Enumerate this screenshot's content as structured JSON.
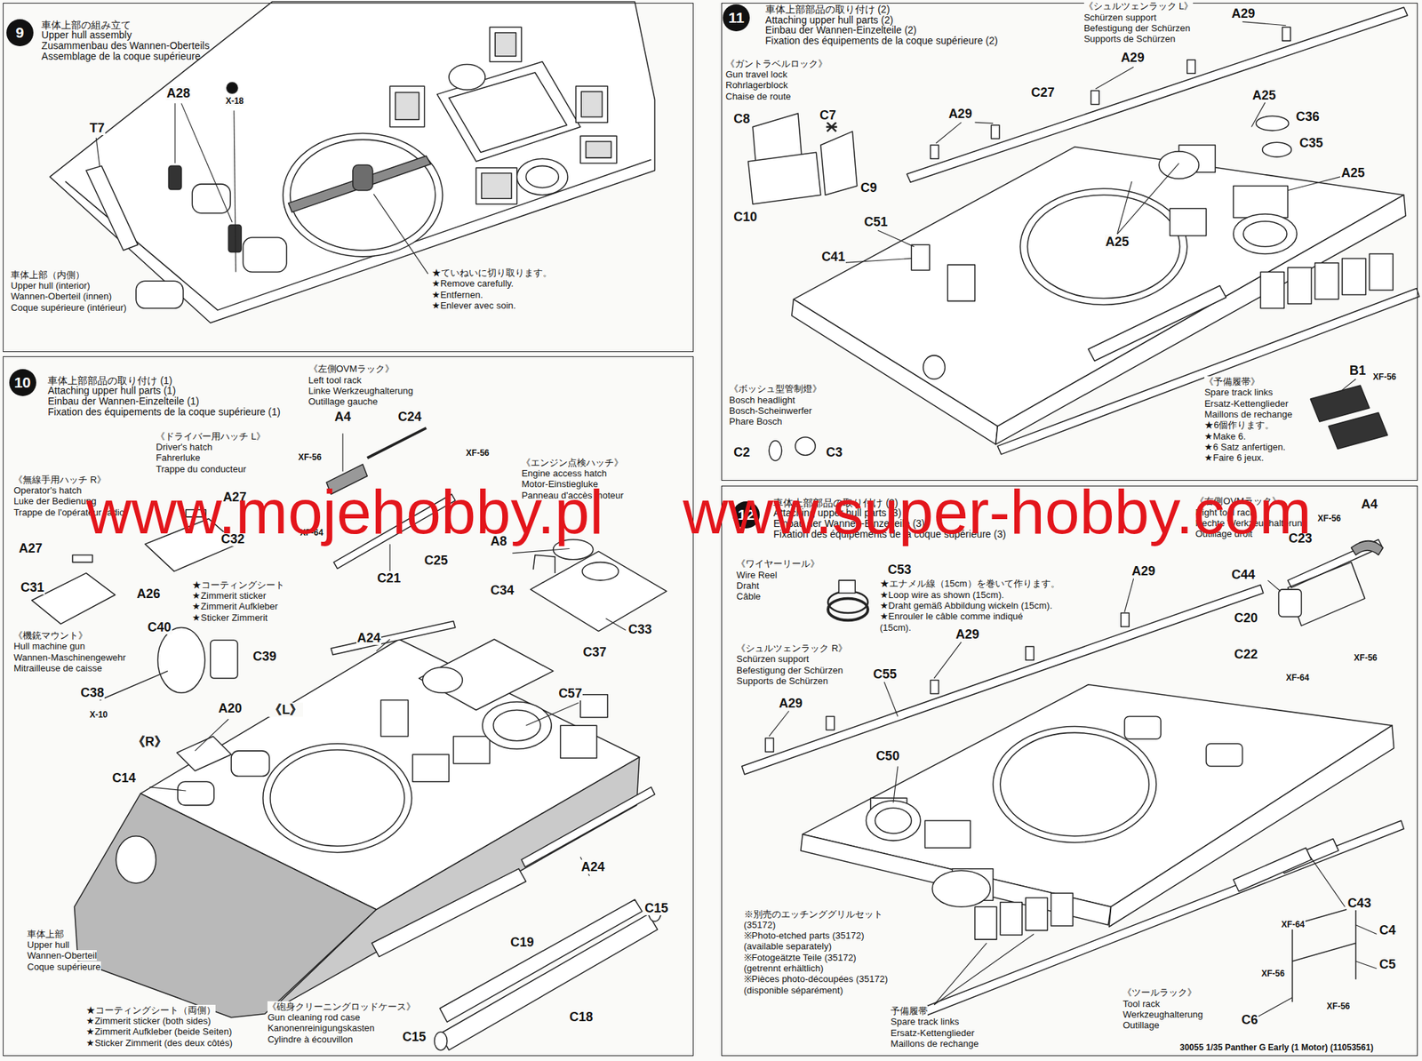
{
  "diagram": {
    "nodes": [
      {
        "text": [
          "車体上部の組み立て",
          "Upper hull assembly",
          "Zusammenbau des Wannen-Oberteils",
          "Assemblage de la coque supérieure"
        ]
      },
      {
        "text": [
          "9"
        ],
        "in": 0
      },
      {
        "text": [
          "車体上部部品の取り付け (1)",
          "Attaching upper hull parts (1)",
          "Einbau der Wannen-Einzelteile (1)",
          "Fixation des équipements de la coque supérieure (1)"
        ]
      },
      {
        "text": [
          "10"
        ],
        "in": 2
      },
      {
        "text": [
          "車体上部部品の取り付け (2)",
          "Attaching upper hull parts (2)",
          "Einbau der Wannen-Einzelteile (2)",
          "Fixation des équipements de la coque supérieure (2)"
        ]
      },
      {
        "text": [
          "11"
        ],
        "in": 4
      },
      {
        "text": [
          "車体上部部品の取り付け (3)",
          "Attaching upper hull parts (3)",
          "Einbau der Wannen-Einzelteile (3)",
          "Fixation des équipements de la coque supérieure (3)"
        ]
      },
      {
        "text": [
          "12"
        ],
        "in": 6
      }
    ],
    "labels": [
      "X-18",
      "A28",
      "T7",
      "車体上部（内側）",
      "Upper hull (interior)",
      "Wannen-Oberteil (innen)",
      "Coque supérieure (intérieur)",
      "★ていねいに切り取ります。",
      "★Remove carefully.",
      "★Entfernen.",
      "★Enlever avec soin.",
      "《左側OVMラック》",
      "Left tool rack",
      "Linke Werkzeughalterung",
      "Outillage gauche",
      "《ドライバー用ハッチ L》",
      "Driver's hatch",
      "Fahrerluke",
      "Trappe du conducteur",
      "《無線手用ハッチ R》",
      "Operator's hatch",
      "Luke der Bedienung",
      "Trappe de l'opérateur radio",
      "《エンジン点検ハッチ》",
      "Engine access hatch",
      "Motor-Einstiegluke",
      "Panneau d'accès moteur",
      "A4",
      "C24",
      "XF-56",
      "XF-56",
      "XF-64",
      "A27",
      "A27",
      "C32",
      "C31",
      "A26",
      "C21",
      "C25",
      "A8",
      "C34",
      "C33",
      "C37",
      "★コーティングシート",
      "★Zimmerit sticker",
      "★Zimmerit Aufkleber",
      "★Sticker Zimmerit",
      "《機銃マウント》",
      "Hull machine gun",
      "Wannen-Maschinengewehr",
      "Mitrailleuse de caisse",
      "C40",
      "C39",
      "A24",
      "C57",
      "C38",
      "X-10",
      "A20",
      "《R》",
      "《L》",
      "C14",
      "A24",
      "車体上部",
      "Upper hull",
      "Wannen-Oberteil",
      "Coque supérieure",
      "C15",
      "C19",
      "C18",
      "C15",
      "★コーティングシート（両側）",
      "★Zimmerit sticker (both sides)",
      "★Zimmerit Aufkleber (beide Seiten)",
      "★Sticker Zimmerit (des deux côtés)",
      "《砲身クリーニングロッドケース》",
      "Gun cleaning rod case",
      "Kanonenreinigungskasten",
      "Cylindre à écouvillon",
      "《シュルツェンラック L》",
      "Schürzen support",
      "Befestigung der Schürzen",
      "Supports de Schürzen",
      "A29",
      "A29",
      "C27",
      "A29",
      "A25",
      "C36",
      "C35",
      "A25",
      "A25",
      "《ガントラベルロック》",
      "Gun travel lock",
      "Rohrlagerblock",
      "Chaise de route",
      "C8",
      "C7",
      "C9",
      "C10",
      "C51",
      "C41",
      "《ボッシュ型管制燈》",
      "Bosch headlight",
      "Bosch-Scheinwerfer",
      "Phare Bosch",
      "C2",
      "C3",
      "《予備履帯》",
      "Spare track links",
      "Ersatz-Kettenglieder",
      "Maillons de rechange",
      "★6個作ります。",
      "★Make 6.",
      "★6 Satz anfertigen.",
      "★Faire 6 jeux.",
      "B1",
      "XF-56",
      "《右側OVMラック》",
      "Right tool rack",
      "Rechte Werkzeughalterung",
      "Outillage droit",
      "A4",
      "XF-56",
      "C23",
      "C44",
      "C20",
      "C22",
      "XF-64",
      "XF-56",
      "《ワイヤーリール》",
      "Wire Reel",
      "Draht",
      "Câble",
      "C53",
      "★エナメル線（15cm）を巻いて作ります。",
      "★Loop wire as shown (15cm).",
      "★Draht gemäß Abbildung wickeln (15cm).",
      "★Enrouler le câble comme indiqué",
      "(15cm).",
      "A29",
      "A29",
      "A29",
      "《シュルツェンラック R》",
      "Schürzen support",
      "Befestigung der Schürzen",
      "Supports de Schürzen",
      "C55",
      "C50",
      "C43",
      "C4",
      "C5",
      "XF-64",
      "XF-56",
      "XF-56",
      "C6",
      "※別売のエッチンググリルセット",
      "(35172)",
      "※Photo-etched parts (35172)",
      "(available separately)",
      "※Fotogeätzte Teile (35172)",
      "(getrennt erhältlich)",
      "※Pièces photo-découpées (35172)",
      "(disponible séparément)",
      "予備履帯",
      "Spare track links",
      "Ersatz-Kettenglieder",
      "Maillons de rechange",
      "《ツールラック》",
      "Tool rack",
      "Werkzeughalterung",
      "Outillage",
      "30055 1/35 Panther G Early (1 Motor) (11053561)",
      "www.mojehobby.pl",
      "www.super-hobby.com"
    ]
  }
}
